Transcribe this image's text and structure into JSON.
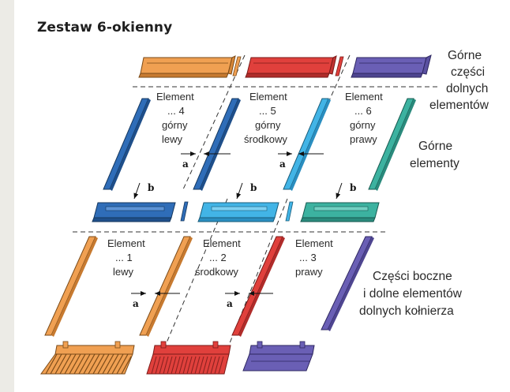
{
  "title": "Zestaw 6-okienny",
  "side_labels": {
    "top_parts": [
      "Górne",
      "części",
      "dolnych",
      "elementów"
    ],
    "top_elements": [
      "Górne",
      "elementy"
    ],
    "side_parts": [
      "Części boczne",
      "i dolne elementów",
      "dolnych kołnierza"
    ]
  },
  "elements": [
    {
      "lines": [
        "Element",
        "... 4",
        "górny",
        "lewy"
      ]
    },
    {
      "lines": [
        "Element",
        "... 5",
        "górny",
        "środkowy"
      ]
    },
    {
      "lines": [
        "Element",
        "... 6",
        "górny",
        "prawy"
      ]
    },
    {
      "lines": [
        "Element",
        "... 1",
        "lewy"
      ]
    },
    {
      "lines": [
        "Element",
        "... 2",
        "środkowy"
      ]
    },
    {
      "lines": [
        "Element",
        "... 3",
        "prawy"
      ]
    }
  ],
  "dimension_labels": {
    "a": "a",
    "b": "b"
  },
  "colors": {
    "orange": "#f0a052",
    "red": "#e0403c",
    "purple": "#6a5fb5",
    "dark_blue": "#2f6db8",
    "light_blue": "#42b4e6",
    "teal": "#3cb2a0"
  }
}
